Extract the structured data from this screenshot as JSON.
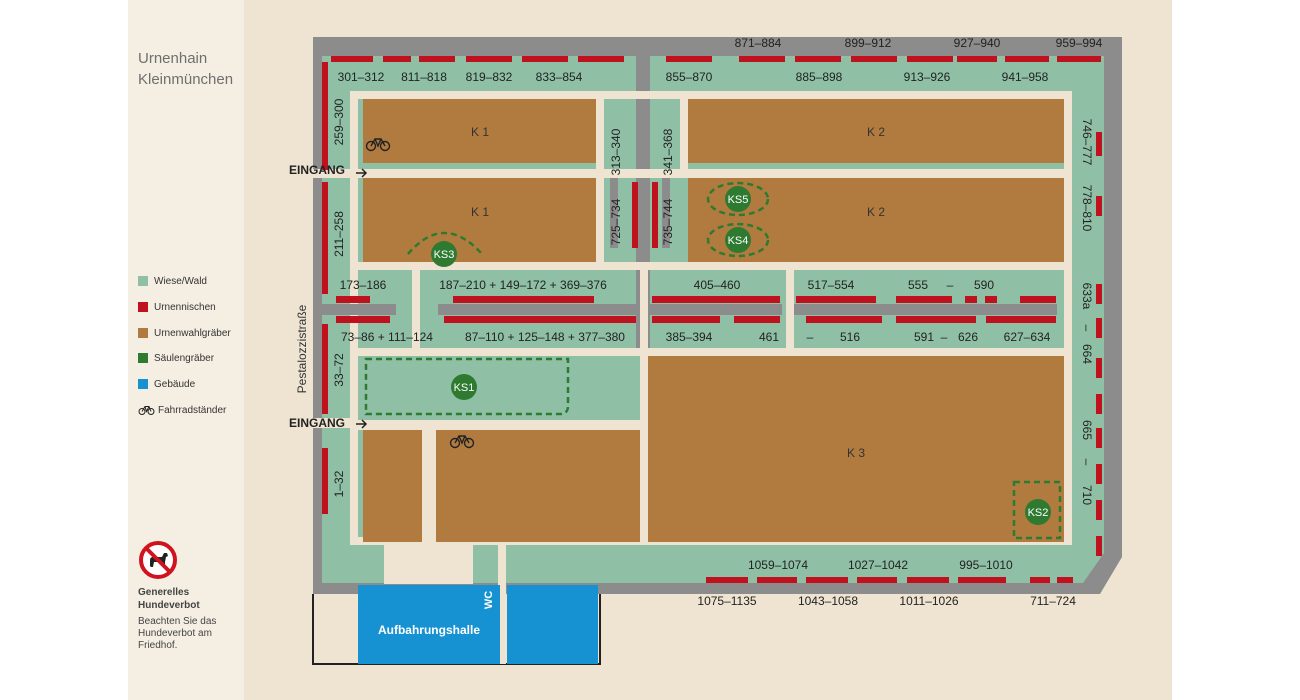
{
  "sidebar": {
    "title_line1": "Urnenhain",
    "title_line2": "Kleinmünchen",
    "legend": [
      {
        "label": "Wiese/Wald",
        "color": "#8fc0a6",
        "icon": "square"
      },
      {
        "label": "Urnennischen",
        "color": "#c0111f",
        "icon": "square"
      },
      {
        "label": "Urnenwahlgräber",
        "color": "#b17b40",
        "icon": "square"
      },
      {
        "label": "Säulengräber",
        "color": "#2e7a30",
        "icon": "square"
      },
      {
        "label": "Gebäude",
        "color": "#1692d2",
        "icon": "square"
      },
      {
        "label": "Fahrradständer",
        "color": "#222222",
        "icon": "bicycle-icon"
      }
    ],
    "dog_notice_title_line1": "Generelles",
    "dog_notice_title_line2": "Hundeverbot",
    "dog_notice_text": "Beachten Sie das Hundeverbot am Friedhof."
  },
  "map": {
    "street": "Pestalozzistraße",
    "entrances": [
      "EINGANG",
      "EINGANG"
    ],
    "fields": [
      "K 1",
      "K 1",
      "K 2",
      "K 2",
      "K 3"
    ],
    "columbaria": [
      "KS1",
      "KS2",
      "KS3",
      "KS4",
      "KS5"
    ],
    "buildings": {
      "hall": "Aufbahrungshalle",
      "wc": "WC"
    },
    "niche_labels": [
      "301–312",
      "811–818",
      "819–832",
      "833–854",
      "855–870",
      "871–884",
      "885–898",
      "899–912",
      "913–926",
      "927–940",
      "941–958",
      "959–994",
      "259–300",
      "211–258",
      "33–72",
      "1–32",
      "313–340",
      "341–368",
      "725–734",
      "735–744",
      "746–777",
      "778–810",
      "633a",
      "–",
      "664",
      "665",
      "–",
      "710",
      "173–186",
      "187–210 + 149–172 + 369–376",
      "405–460",
      "517–554",
      "555",
      "–",
      "590",
      "73–86 + 111–124",
      "87–110 + 125–148 + 377–380",
      "385–394",
      "461",
      "–",
      "516",
      "591",
      "–",
      "626",
      "627–634",
      "1059–1074",
      "1027–1042",
      "995–1010",
      "1075–1135",
      "1043–1058",
      "1011–1026",
      "711–724"
    ]
  }
}
